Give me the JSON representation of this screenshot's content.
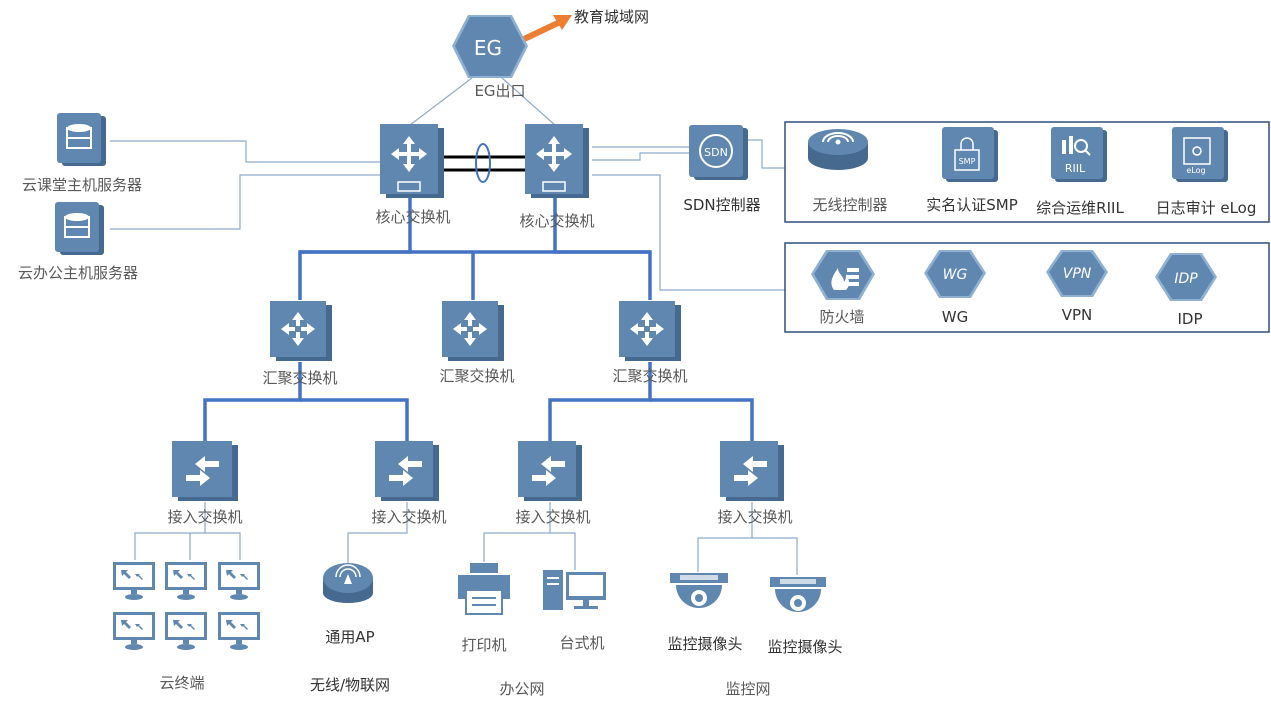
{
  "top": {
    "eg_icon_text": "EG",
    "eg_label": "EG出口",
    "internet_label": "教育城域网"
  },
  "servers": [
    {
      "label": "云课堂主机服务器"
    },
    {
      "label": "云办公主机服务器"
    }
  ],
  "core": {
    "left_label": "核心交换机",
    "right_label": "核心交换机"
  },
  "sdn": {
    "icon_text": "SDN",
    "label": "SDN控制器"
  },
  "panel_top": {
    "items": [
      {
        "label": "无线控制器"
      },
      {
        "label": "实名认证SMP",
        "icon_text": "SMP"
      },
      {
        "label": "综合运维RIIL",
        "icon_text": "RIIL"
      },
      {
        "label": "日志审计 eLog",
        "icon_text": "eLog"
      }
    ]
  },
  "panel_bottom": {
    "items": [
      {
        "label": "防火墙"
      },
      {
        "label": "WG",
        "icon_text": "WG"
      },
      {
        "label": "VPN",
        "icon_text": "VPN"
      },
      {
        "label": "IDP",
        "icon_text": "IDP"
      }
    ]
  },
  "aggregation": [
    {
      "label": "汇聚交换机"
    },
    {
      "label": "汇聚交换机"
    },
    {
      "label": "汇聚交换机"
    }
  ],
  "access": [
    {
      "label": "接入交换机"
    },
    {
      "label": "接入交换机"
    },
    {
      "label": "接入交换机"
    },
    {
      "label": "接入交换机"
    }
  ],
  "endpoints": {
    "ap_label": "通用AP",
    "printer_label": "打印机",
    "desktop_label": "台式机",
    "camera1_label": "监控摄像头",
    "camera2_label": "监控摄像头"
  },
  "zones": {
    "cloud_terminal": "云终端",
    "wireless_iot": "无线/物联网",
    "office": "办公网",
    "monitor": "监控网"
  }
}
